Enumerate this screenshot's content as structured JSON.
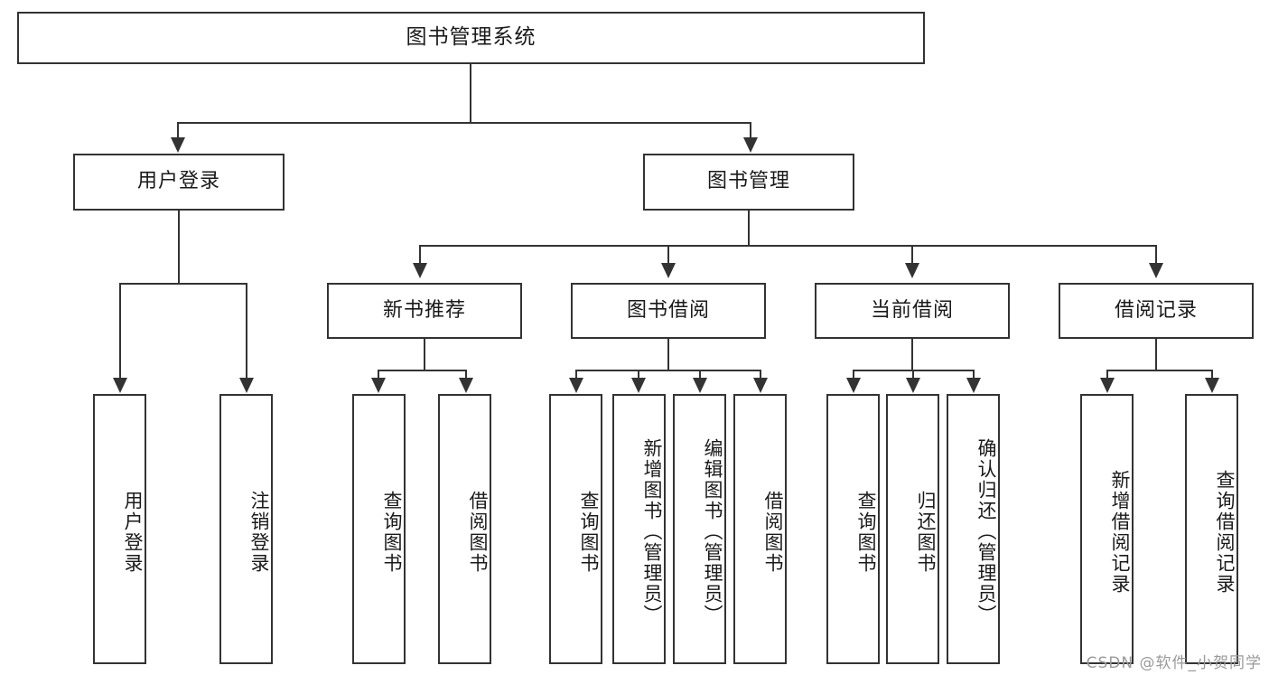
{
  "diagram": {
    "title": "图书管理系统",
    "type": "hierarchy-tree",
    "root": {
      "label": "图书管理系统"
    },
    "level2": [
      {
        "id": "user-login",
        "label": "用户登录"
      },
      {
        "id": "book-management",
        "label": "图书管理"
      }
    ],
    "level3": [
      {
        "id": "new-book-recommend",
        "label": "新书推荐"
      },
      {
        "id": "book-borrow",
        "label": "图书借阅"
      },
      {
        "id": "current-borrow",
        "label": "当前借阅"
      },
      {
        "id": "borrow-record",
        "label": "借阅记录"
      }
    ],
    "leaves": {
      "user_login": [
        {
          "id": "leaf-user-login",
          "label": "用户登录"
        },
        {
          "id": "leaf-logout-login",
          "label": "注销登录"
        }
      ],
      "new_book_recommend": [
        {
          "id": "leaf-query-book-1",
          "label": "查询图书"
        },
        {
          "id": "leaf-borrow-book-1",
          "label": "借阅图书"
        }
      ],
      "book_borrow": [
        {
          "id": "leaf-query-book-2",
          "label": "查询图书"
        },
        {
          "id": "leaf-add-book",
          "label": "新增图书（管理员）"
        },
        {
          "id": "leaf-edit-book",
          "label": "编辑图书（管理员）"
        },
        {
          "id": "leaf-borrow-book-2",
          "label": "借阅图书"
        }
      ],
      "current_borrow": [
        {
          "id": "leaf-query-book-3",
          "label": "查询图书"
        },
        {
          "id": "leaf-return-book",
          "label": "归还图书"
        },
        {
          "id": "leaf-confirm-return",
          "label": "确认归还（管理员）"
        }
      ],
      "borrow_record": [
        {
          "id": "leaf-add-record",
          "label": "新增借阅记录"
        },
        {
          "id": "leaf-query-record",
          "label": "查询借阅记录"
        }
      ]
    }
  },
  "watermark": {
    "text": "CSDN @软件_小贺同学"
  },
  "colors": {
    "stroke": "#333333",
    "fill": "#ffffff",
    "text": "#1a1a1a",
    "watermark": "#9a9a9a"
  }
}
